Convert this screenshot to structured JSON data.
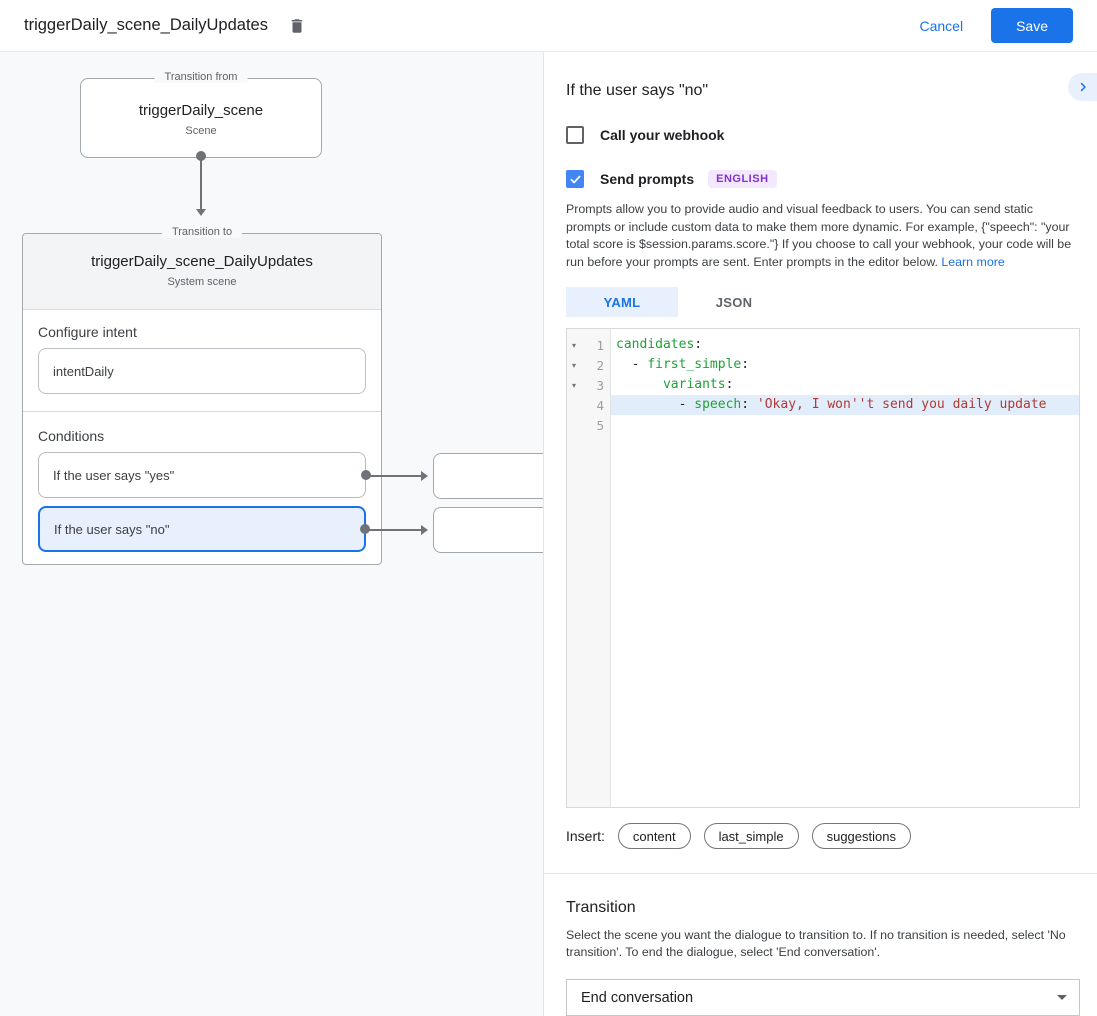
{
  "colors": {
    "accent": "#1a73e8",
    "accent_light": "#e8f0fe",
    "checkbox_checked": "#4285f4",
    "badge_bg": "#f3e8fd",
    "badge_text": "#8430ce",
    "canvas_bg": "#f8f9fa",
    "code_key": "#21a038",
    "code_string": "#b03a34",
    "line_highlight": "#e2edfb"
  },
  "header": {
    "title": "triggerDaily_scene_DailyUpdates",
    "cancel_label": "Cancel",
    "save_label": "Save"
  },
  "canvas": {
    "from_card": {
      "tag": "Transition from",
      "title": "triggerDaily_scene",
      "subtitle": "Scene"
    },
    "to_card": {
      "tag": "Transition to",
      "title": "triggerDaily_scene_DailyUpdates",
      "subtitle": "System scene",
      "intent_label": "Configure intent",
      "intent_value": "intentDaily",
      "conditions_label": "Conditions",
      "conditions": [
        {
          "label": "If the user says \"yes\"",
          "selected": false
        },
        {
          "label": "If the user says \"no\"",
          "selected": true
        }
      ]
    }
  },
  "panel": {
    "title": "If the user says \"no\"",
    "webhook": {
      "label": "Call your webhook",
      "checked": false
    },
    "prompts": {
      "label": "Send prompts",
      "checked": true,
      "badge": "ENGLISH"
    },
    "description": "Prompts allow you to provide audio and visual feedback to users. You can send static prompts or include custom data to make them more dynamic. For example, {\"speech\": \"your total score is $session.params.score.\"} If you choose to call your webhook, your code will be run before your prompts are sent. Enter prompts in the editor below.",
    "learn_more": "Learn more",
    "tabs": [
      {
        "label": "YAML",
        "active": true
      },
      {
        "label": "JSON",
        "active": false
      }
    ],
    "editor": {
      "lines": [
        {
          "num": 1,
          "fold": true,
          "highlight": false,
          "tokens": [
            {
              "t": "key",
              "v": "candidates"
            },
            {
              "t": "plain",
              "v": ":"
            }
          ]
        },
        {
          "num": 2,
          "fold": true,
          "highlight": false,
          "tokens": [
            {
              "t": "plain",
              "v": "  - "
            },
            {
              "t": "key",
              "v": "first_simple"
            },
            {
              "t": "plain",
              "v": ":"
            }
          ]
        },
        {
          "num": 3,
          "fold": true,
          "highlight": false,
          "tokens": [
            {
              "t": "plain",
              "v": "      "
            },
            {
              "t": "key",
              "v": "variants"
            },
            {
              "t": "plain",
              "v": ":"
            }
          ]
        },
        {
          "num": 4,
          "fold": false,
          "highlight": true,
          "tokens": [
            {
              "t": "plain",
              "v": "        - "
            },
            {
              "t": "key",
              "v": "speech"
            },
            {
              "t": "plain",
              "v": ": "
            },
            {
              "t": "string",
              "v": "'Okay, I won''t send you daily update"
            }
          ]
        },
        {
          "num": 5,
          "fold": false,
          "highlight": false,
          "tokens": []
        }
      ]
    },
    "insert": {
      "label": "Insert:",
      "chips": [
        "content",
        "last_simple",
        "suggestions"
      ]
    },
    "transition": {
      "title": "Transition",
      "description": "Select the scene you want the dialogue to transition to. If no transition is needed, select 'No transition'. To end the dialogue, select 'End conversation'.",
      "select_value": "End conversation"
    }
  }
}
